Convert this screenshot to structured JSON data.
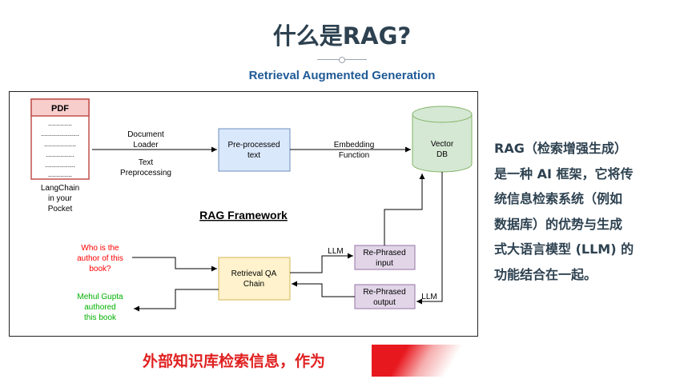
{
  "slide": {
    "title": "什么是RAG?",
    "subtitle": "Retrieval Augmented Generation",
    "description_lines": [
      "RAG（检索增强生成）",
      "是一种 AI 框架，它将传",
      "统信息检索系统（例如",
      "数据库）的优势与生成",
      "式大语言模型 (LLM) 的",
      "功能结合在一起。"
    ],
    "bottom_banner": "外部知识库检索信息，作为"
  },
  "diagram": {
    "framework_label": "RAG Framework",
    "pdf": {
      "header": "PDF",
      "dots": [
        "............",
        "...................",
        "................",
        "..............",
        "...............",
        "............"
      ],
      "caption": [
        "LangChain",
        "in your",
        "Pocket"
      ]
    },
    "edges": {
      "loader": [
        "Document",
        "Loader"
      ],
      "preprocess": [
        "Text",
        "Preprocessing"
      ],
      "embedding": [
        "Embedding",
        "Function"
      ],
      "llm_in": "LLM",
      "llm_out": "LLM"
    },
    "nodes": {
      "preprocessed": [
        "Pre-processed",
        "text"
      ],
      "vector_db": [
        "Vector",
        "DB"
      ],
      "retrieval_qa": [
        "Retrieval QA",
        "Chain"
      ],
      "rephrased_input": [
        "Re-Phrased",
        "input"
      ],
      "rephrased_output": [
        "Re-Phrased",
        "output"
      ]
    },
    "question": [
      "Who is the",
      "author of this",
      "book?"
    ],
    "answer": [
      "Mehul Gupta",
      "authored",
      "this book"
    ]
  },
  "colors": {
    "title": "#2d4150",
    "subtitle": "#1f5a96",
    "pdf_border": "#c0504d",
    "pdf_header_fill": "#f8cecc",
    "blue_fill": "#dae8fc",
    "blue_stroke": "#6c8ebf",
    "green_fill": "#d5e8d4",
    "green_stroke": "#82b366",
    "yellow_fill": "#fff2cc",
    "yellow_stroke": "#d6b656",
    "purple_fill": "#e1d5e7",
    "purple_stroke": "#9673a6",
    "question": "#ff0000",
    "answer": "#00b000",
    "banner": "#e02020"
  }
}
